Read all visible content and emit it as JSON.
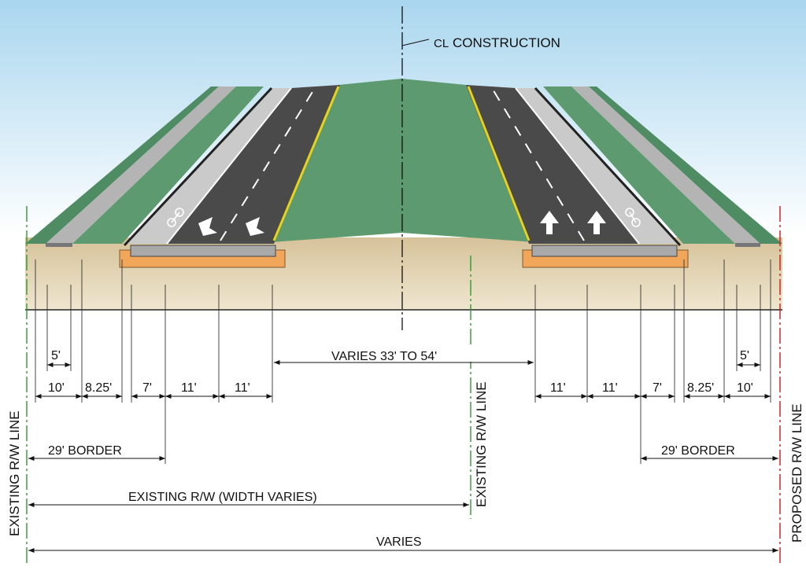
{
  "centerline": {
    "symbol": "CL",
    "label": "CONSTRUCTION"
  },
  "dimensions": {
    "varies_median": "VARIES 33' TO 54'",
    "left": {
      "sidewalk": "5'",
      "border_10": "10'",
      "buffer": "8.25'",
      "bike_lane": "7'",
      "lane_outer": "11'",
      "lane_inner": "11'",
      "border_total": "29' BORDER"
    },
    "right": {
      "lane_inner": "11'",
      "lane_outer": "11'",
      "bike_lane": "7'",
      "buffer": "8.25'",
      "border_10": "10'",
      "sidewalk": "5'",
      "border_total": "29' BORDER"
    },
    "existing_rw_width": "EXISTING R/W (WIDTH VARIES)",
    "overall": "VARIES"
  },
  "rw_lines": {
    "left": "EXISTING R/W LINE",
    "middle": "EXISTING R/W LINE",
    "right": "PROPOSED R/W LINE"
  },
  "colors": {
    "sky_top": "#a9d6ee",
    "ground": "#e6d6b3",
    "grass": "#5e9a70",
    "asphalt": "#4a4a4a",
    "bike_lane": "#c9c9c9",
    "sidewalk": "#b4b4b4",
    "edge_line": "#e8d21c",
    "base_course": "#f2a65a",
    "existing_rw": "#2e9a2e",
    "proposed_rw": "#d01818"
  },
  "icons": [
    "bicycle-icon",
    "arrow-down-icon",
    "arrow-up-icon"
  ]
}
